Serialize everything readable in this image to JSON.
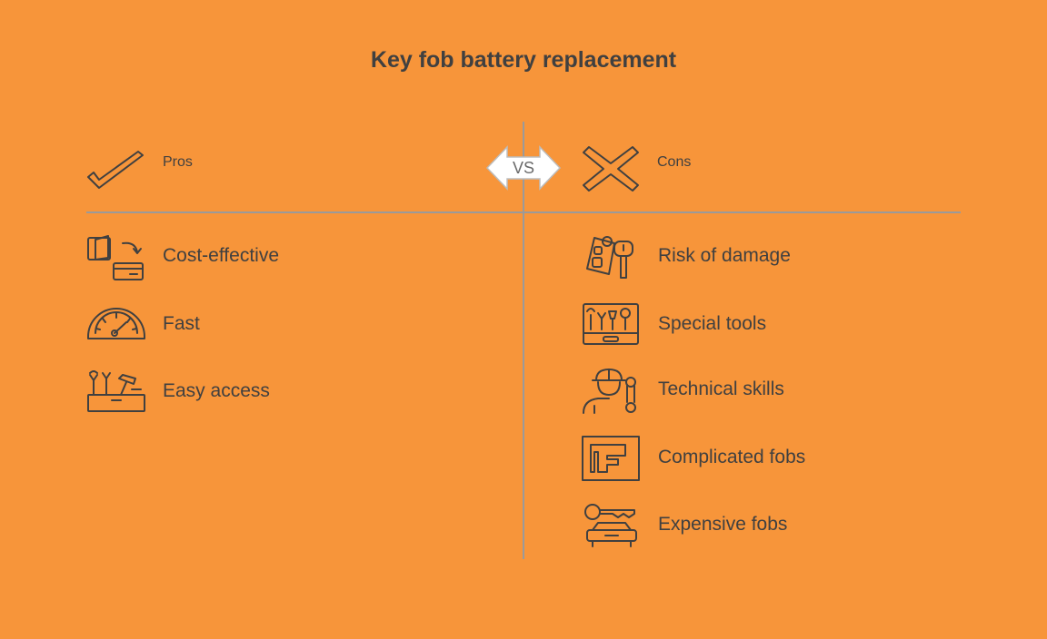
{
  "title": "Key fob battery replacement",
  "vs_label": "VS",
  "pros": {
    "label": "Pros",
    "icon": "checkmark-icon",
    "items": [
      {
        "label": "Cost-effective",
        "icon": "door-card-icon"
      },
      {
        "label": "Fast",
        "icon": "speedometer-icon"
      },
      {
        "label": "Easy access",
        "icon": "toolbox-icon"
      }
    ]
  },
  "cons": {
    "label": "Cons",
    "icon": "x-mark-icon",
    "items": [
      {
        "label": "Risk of damage",
        "icon": "key-fob-icon"
      },
      {
        "label": "Special tools",
        "icon": "tool-kit-icon"
      },
      {
        "label": "Technical skills",
        "icon": "worker-wrench-icon"
      },
      {
        "label": "Complicated fobs",
        "icon": "complex-shape-icon"
      },
      {
        "label": "Expensive fobs",
        "icon": "car-key-icon"
      }
    ]
  },
  "colors": {
    "background": "#F7953A",
    "text": "#404040",
    "divider": "#9a9a9a"
  }
}
